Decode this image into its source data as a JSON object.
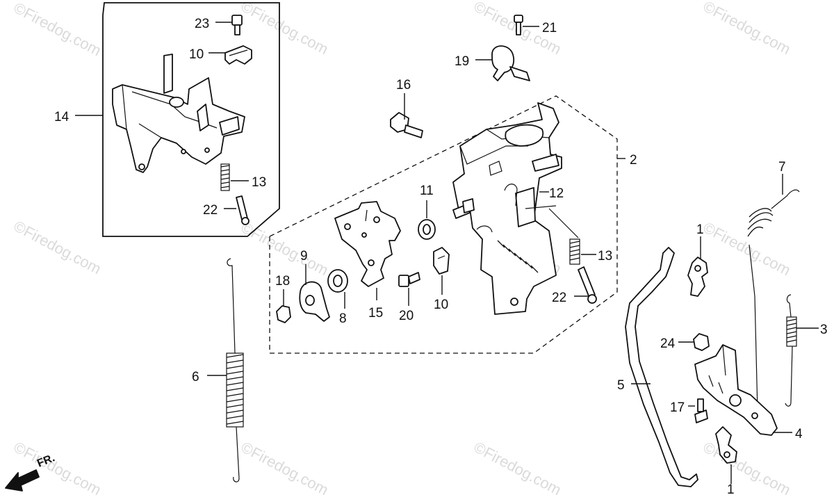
{
  "watermark": "©Firedog.com",
  "direction_label": "FR.",
  "parts": [
    {
      "id": "p1a",
      "number": "1"
    },
    {
      "id": "p1b",
      "number": "1"
    },
    {
      "id": "p2",
      "number": "2"
    },
    {
      "id": "p3",
      "number": "3"
    },
    {
      "id": "p4",
      "number": "4"
    },
    {
      "id": "p5",
      "number": "5"
    },
    {
      "id": "p6",
      "number": "6"
    },
    {
      "id": "p7",
      "number": "7"
    },
    {
      "id": "p8",
      "number": "8"
    },
    {
      "id": "p9",
      "number": "9"
    },
    {
      "id": "p10a",
      "number": "10"
    },
    {
      "id": "p10b",
      "number": "10"
    },
    {
      "id": "p11",
      "number": "11"
    },
    {
      "id": "p12",
      "number": "12"
    },
    {
      "id": "p13a",
      "number": "13"
    },
    {
      "id": "p13b",
      "number": "13"
    },
    {
      "id": "p14",
      "number": "14"
    },
    {
      "id": "p15",
      "number": "15"
    },
    {
      "id": "p16",
      "number": "16"
    },
    {
      "id": "p17",
      "number": "17"
    },
    {
      "id": "p18",
      "number": "18"
    },
    {
      "id": "p19",
      "number": "19"
    },
    {
      "id": "p20",
      "number": "20"
    },
    {
      "id": "p21",
      "number": "21"
    },
    {
      "id": "p22a",
      "number": "22"
    },
    {
      "id": "p22b",
      "number": "22"
    },
    {
      "id": "p23",
      "number": "23"
    },
    {
      "id": "p24",
      "number": "24"
    }
  ]
}
